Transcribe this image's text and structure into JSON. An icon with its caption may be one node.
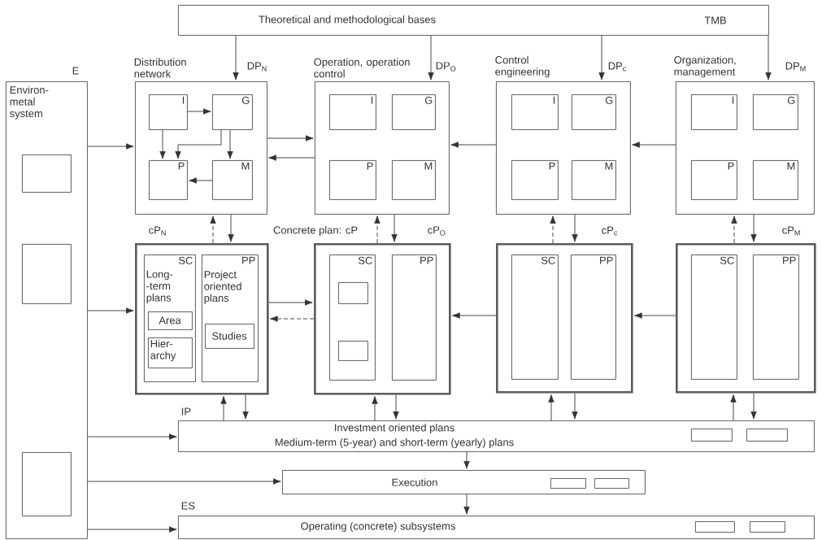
{
  "diagram": {
    "nodes": [
      {
        "text": [
          "Theoretical and methodological bases",
          "TMB"
        ]
      },
      {
        "text": [
          "E",
          "Environ- metal system"
        ]
      },
      {
        "text": [],
        "shape": "box",
        "in": 1
      },
      {
        "text": [],
        "shape": "box",
        "in": 1
      },
      {
        "text": [],
        "shape": "box",
        "in": 1
      },
      {
        "text": [
          "Distribution network",
          "DP$_{N}$"
        ]
      },
      {
        "text": [
          "I"
        ],
        "in": 5
      },
      {
        "text": [
          "G"
        ],
        "in": 5
      },
      {
        "text": [
          "P"
        ],
        "in": 5
      },
      {
        "text": [
          "M"
        ],
        "in": 5
      },
      {
        "text": [
          "Operation, operation control",
          "DP$_{O}$"
        ]
      },
      {
        "text": [
          "I"
        ],
        "in": 10
      },
      {
        "text": [
          "G"
        ],
        "in": 10
      },
      {
        "text": [
          "P"
        ],
        "in": 10
      },
      {
        "text": [
          "M"
        ],
        "in": 10
      },
      {
        "text": [
          "Control engineering",
          "DP$_{c}$"
        ]
      },
      {
        "text": [
          "I"
        ],
        "in": 15
      },
      {
        "text": [
          "G"
        ],
        "in": 15
      },
      {
        "text": [
          "P"
        ],
        "in": 15
      },
      {
        "text": [
          "M"
        ],
        "in": 15
      },
      {
        "text": [
          "Organization, management",
          "DP$_{M}$"
        ]
      },
      {
        "text": [
          "I"
        ],
        "in": 20
      },
      {
        "text": [
          "G"
        ],
        "in": 20
      },
      {
        "text": [
          "P"
        ],
        "in": 20
      },
      {
        "text": [
          "M"
        ],
        "in": 20
      },
      {
        "text": [
          "cP$_{N}$"
        ]
      },
      {
        "text": [
          "SC",
          "Long- -term plans"
        ],
        "in": 25
      },
      {
        "text": [
          "Area"
        ],
        "in": 26
      },
      {
        "text": [
          "Hier- archy"
        ],
        "in": 26
      },
      {
        "text": [
          "PP",
          "Project oriented plans"
        ],
        "in": 25
      },
      {
        "text": [
          "Studies"
        ],
        "in": 29
      },
      {
        "text": [
          "cP$_{O}$"
        ]
      },
      {
        "text": [
          "SC"
        ],
        "in": 31
      },
      {
        "text": [],
        "shape": "box",
        "in": 32
      },
      {
        "text": [],
        "shape": "box",
        "in": 32
      },
      {
        "text": [
          "PP"
        ],
        "in": 31
      },
      {
        "text": [
          "cP$_{c}$"
        ]
      },
      {
        "text": [
          "SC"
        ],
        "in": 36
      },
      {
        "text": [
          "PP"
        ],
        "in": 36
      },
      {
        "text": [
          "cP$_{M}$"
        ]
      },
      {
        "text": [
          "SC"
        ],
        "in": 39
      },
      {
        "text": [
          "PP"
        ],
        "in": 39
      },
      {
        "text": [
          "IP",
          "Investment oriented plans",
          "Medium-term (5-year) and short-term (yearly) plans"
        ]
      },
      {
        "text": [],
        "shape": "box",
        "in": 42
      },
      {
        "text": [],
        "shape": "box",
        "in": 42
      },
      {
        "text": [
          "Execution"
        ]
      },
      {
        "text": [],
        "shape": "box",
        "in": 45
      },
      {
        "text": [],
        "shape": "box",
        "in": 45
      },
      {
        "text": [
          "ES",
          "Operating (concrete) subsystems"
        ]
      },
      {
        "text": [],
        "shape": "box",
        "in": 48
      },
      {
        "text": [],
        "shape": "box",
        "in": 48
      }
    ],
    "edges": [
      {
        "from": 0,
        "to": 5,
        "arrow": "to"
      },
      {
        "from": 0,
        "to": 10,
        "arrow": "to"
      },
      {
        "from": 0,
        "to": 15,
        "arrow": "to"
      },
      {
        "from": 0,
        "to": 20,
        "arrow": "to"
      },
      {
        "from": 1,
        "to": 5,
        "arrow": "to"
      },
      {
        "from": 5,
        "to": 10,
        "arrow": "to"
      },
      {
        "from": 10,
        "to": 5,
        "arrow": "to"
      },
      {
        "from": 15,
        "to": 10,
        "arrow": "to"
      },
      {
        "from": 20,
        "to": 15,
        "arrow": "to"
      },
      {
        "from": 6,
        "to": 7,
        "arrow": "to"
      },
      {
        "from": 6,
        "to": 8,
        "arrow": "to"
      },
      {
        "from": 7,
        "to": 9,
        "arrow": "to"
      },
      {
        "from": 7,
        "to": 8,
        "arrow": "to"
      },
      {
        "from": 9,
        "to": 8,
        "arrow": "to"
      },
      {
        "from": 25,
        "to": 5,
        "arrow": "to",
        "style": "dashed"
      },
      {
        "from": 5,
        "to": 25,
        "arrow": "to"
      },
      {
        "from": 31,
        "to": 10,
        "arrow": "to",
        "style": "dashed"
      },
      {
        "from": 10,
        "to": 31,
        "arrow": "to"
      },
      {
        "from": 36,
        "to": 15,
        "arrow": "to",
        "style": "dashed"
      },
      {
        "from": 15,
        "to": 36,
        "arrow": "to"
      },
      {
        "from": 39,
        "to": 20,
        "arrow": "to",
        "style": "dashed"
      },
      {
        "from": 20,
        "to": 39,
        "arrow": "to"
      },
      {
        "from": 1,
        "to": 25,
        "arrow": "to"
      },
      {
        "from": 25,
        "to": 31,
        "arrow": "to"
      },
      {
        "from": 31,
        "to": 25,
        "arrow": "to",
        "style": "dashed"
      },
      {
        "from": 36,
        "to": 31,
        "arrow": "to"
      },
      {
        "from": 39,
        "to": 36,
        "arrow": "to"
      },
      {
        "from": 42,
        "to": 25,
        "arrow": "to"
      },
      {
        "from": 25,
        "to": 42,
        "arrow": "to"
      },
      {
        "from": 42,
        "to": 31,
        "arrow": "to"
      },
      {
        "from": 31,
        "to": 42,
        "arrow": "to"
      },
      {
        "from": 42,
        "to": 36,
        "arrow": "to"
      },
      {
        "from": 36,
        "to": 42,
        "arrow": "to"
      },
      {
        "from": 42,
        "to": 39,
        "arrow": "to"
      },
      {
        "from": 39,
        "to": 42,
        "arrow": "to"
      },
      {
        "from": 1,
        "to": 42,
        "arrow": "to"
      },
      {
        "from": 42,
        "to": 45,
        "arrow": "to"
      },
      {
        "from": 1,
        "to": 45,
        "arrow": "to"
      },
      {
        "from": 45,
        "to": 48,
        "arrow": "to"
      },
      {
        "from": 1,
        "to": 48,
        "arrow": "to"
      }
    ],
    "labels": [
      "Concrete plan: cP"
    ]
  }
}
